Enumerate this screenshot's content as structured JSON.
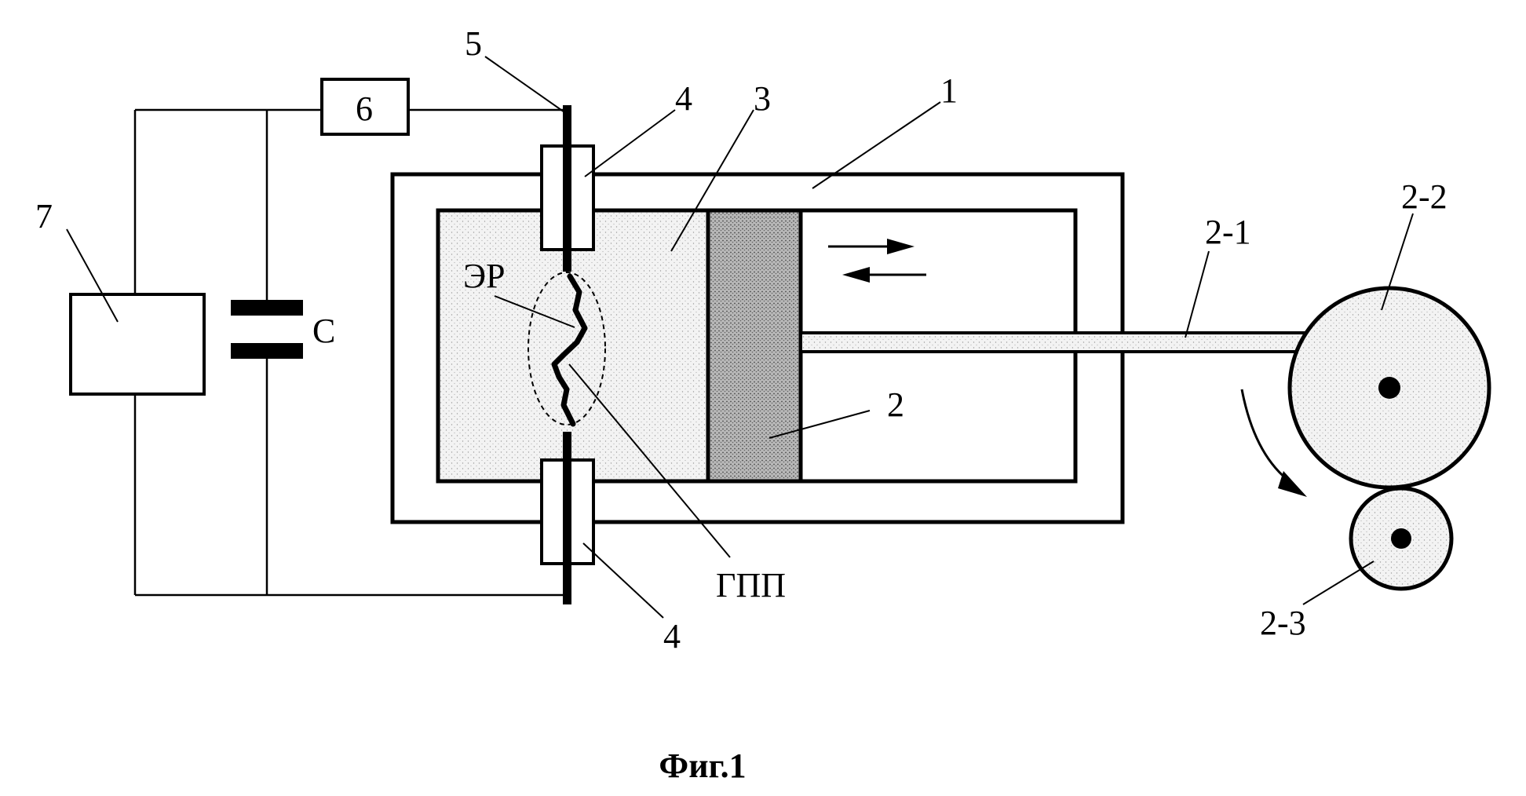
{
  "labels": {
    "cylinder": "1",
    "piston": "2",
    "rod": "2-1",
    "big_wheel": "2-2",
    "small_wheel": "2-3",
    "chamber": "3",
    "insulator_top": "4",
    "insulator_bottom": "4",
    "electrode": "5",
    "block_6": "6",
    "block_7": "7",
    "capacitor": "C",
    "discharge": "ЭР",
    "plasma": "ГПП"
  },
  "caption": "Фиг.1",
  "colors": {
    "line": "#000000",
    "chamber_fill": "#ececec",
    "piston_fill": "#9a9a9a",
    "rod_fill": "#e2e2e2",
    "wheel_fill": "#ececec"
  }
}
